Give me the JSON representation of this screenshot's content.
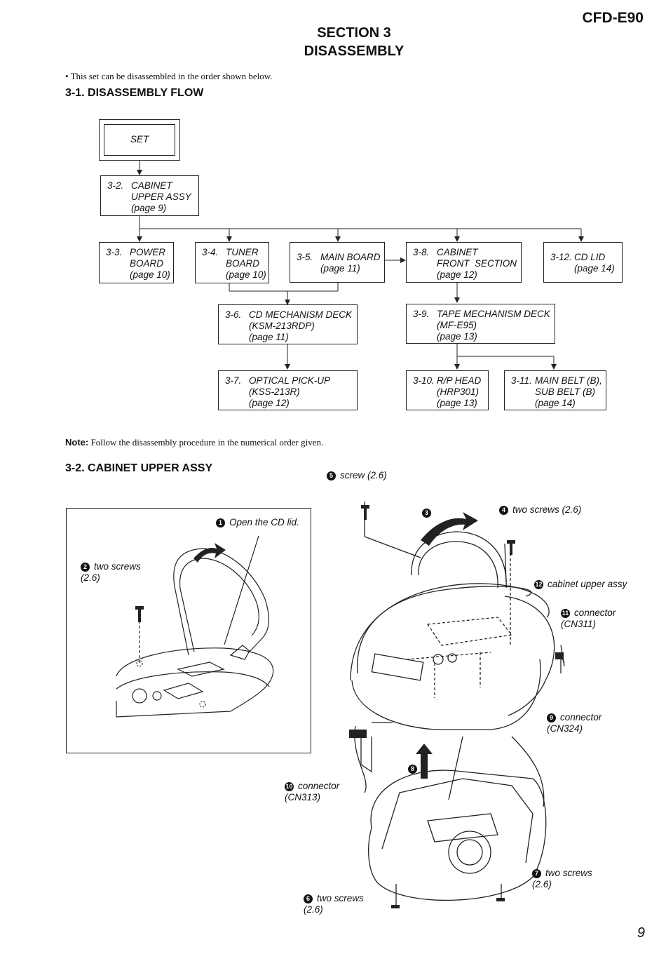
{
  "header": {
    "model": "CFD-E90",
    "section": "SECTION  3",
    "title": "DISASSEMBLY"
  },
  "intro": "• This set can be disassembled in the order shown below.",
  "flow": {
    "heading": "3-1.   DISASSEMBLY  FLOW",
    "set": "SET",
    "boxes": [
      {
        "num": "3-2.",
        "text": "CABINET\nUPPER ASSY\n(page 9)"
      },
      {
        "num": "3-3.",
        "text": "POWER\nBOARD\n(page 10)"
      },
      {
        "num": "3-4.",
        "text": "TUNER\nBOARD\n(page 10)"
      },
      {
        "num": "3-5.",
        "text": "MAIN BOARD\n(page 11)"
      },
      {
        "num": "3-8.",
        "text": "CABINET\nFRONT  SECTION\n(page 12)"
      },
      {
        "num": "3-12.",
        "text": "CD LID\n(page 14)"
      },
      {
        "num": "3-6.",
        "text": "CD MECHANISM DECK\n(KSM-213RDP)\n(page 11)"
      },
      {
        "num": "3-9.",
        "text": "TAPE MECHANISM DECK\n(MF-E95)\n(page 13)"
      },
      {
        "num": "3-7.",
        "text": "OPTICAL PICK-UP\n(KSS-213R)\n(page 12)"
      },
      {
        "num": "3-10.",
        "text": "R/P HEAD\n(HRP301)\n(page 13)"
      },
      {
        "num": "3-11.",
        "text": "MAIN BELT (B),\nSUB BELT (B)\n(page 14)"
      }
    ]
  },
  "note": {
    "label": "Note:",
    "text": " Follow the disassembly procedure in the numerical order given."
  },
  "assembly": {
    "heading": "3-2.   CABINET  UPPER  ASSY",
    "callouts": [
      {
        "n": "1",
        "text": "Open the CD lid."
      },
      {
        "n": "2",
        "text": "two screws\n(2.6)"
      },
      {
        "n": "3",
        "text": ""
      },
      {
        "n": "4",
        "text": "two screws (2.6)"
      },
      {
        "n": "5",
        "text": "screw (2.6)"
      },
      {
        "n": "6",
        "text": "two screws\n(2.6)"
      },
      {
        "n": "7",
        "text": "two screws\n(2.6)"
      },
      {
        "n": "8",
        "text": ""
      },
      {
        "n": "9",
        "text": "connector\n(CN324)"
      },
      {
        "n": "10",
        "text": "connector\n(CN313)"
      },
      {
        "n": "11",
        "text": "connector\n(CN311)"
      },
      {
        "n": "12",
        "text": "cabinet upper assy"
      }
    ]
  },
  "page_number": "9"
}
